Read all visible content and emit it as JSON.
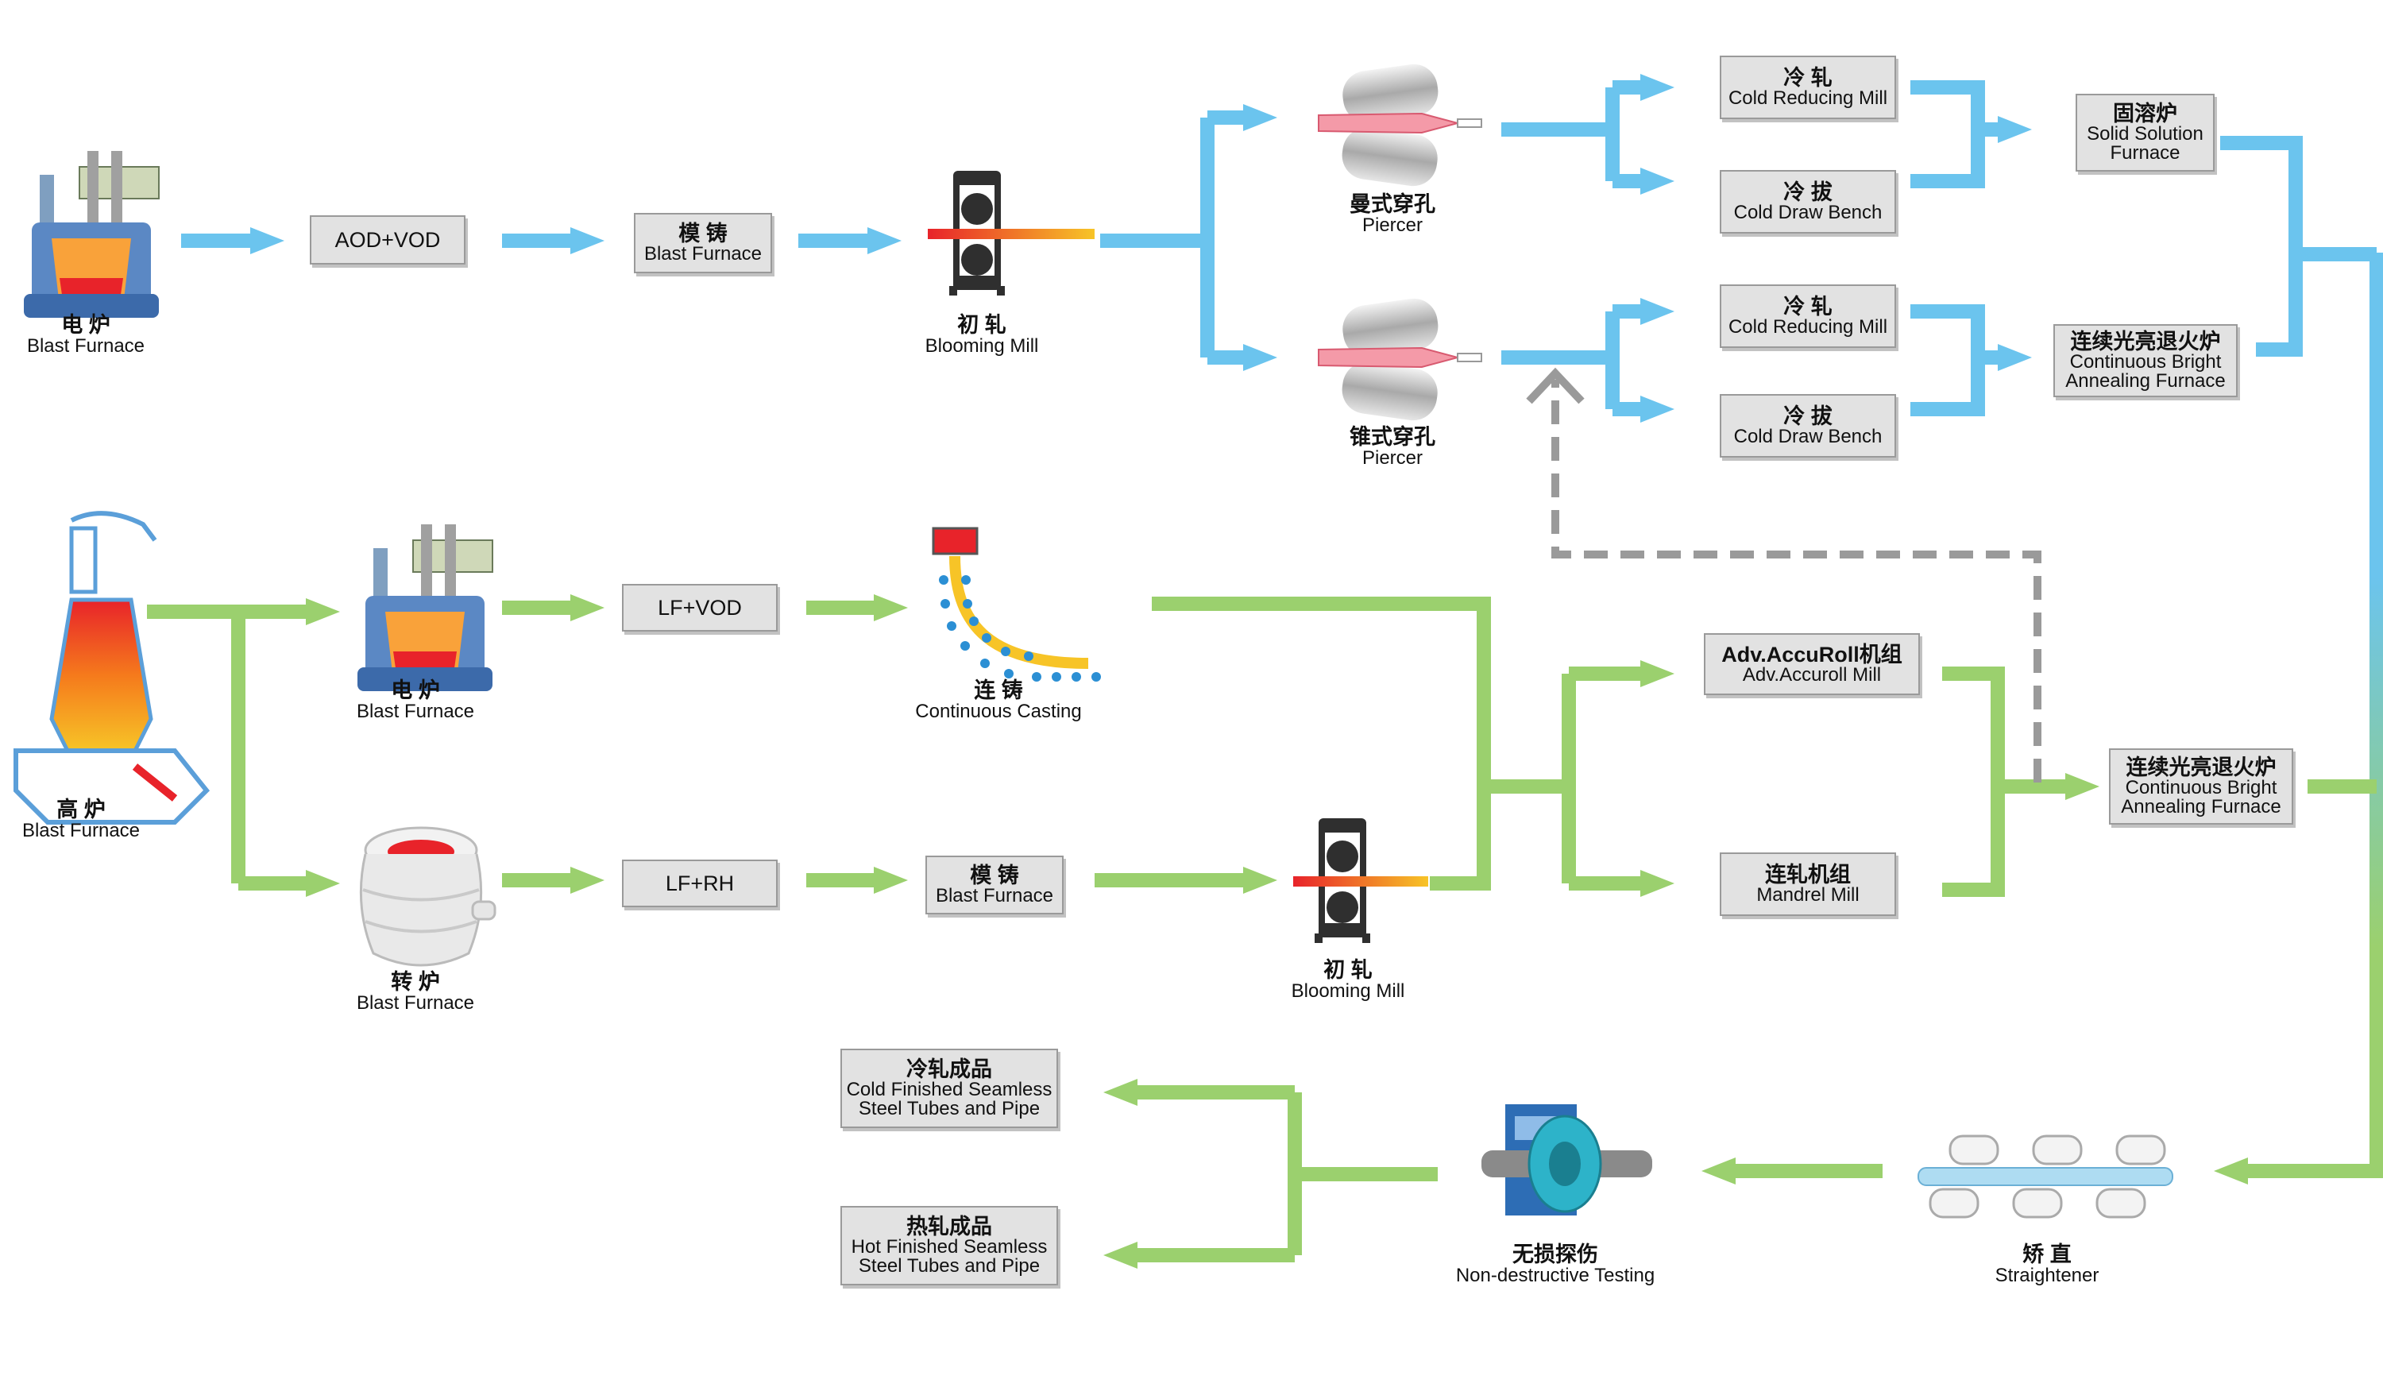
{
  "colors": {
    "blue_flow": "#6bc4ee",
    "green_flow": "#9bd06e",
    "dashed_return": "#9a9a9a",
    "box_fill": "#e2e2e2"
  },
  "nodes": {
    "elec_furnace_top": {
      "zh": "电 炉",
      "en": "Blast Furnace",
      "icon": "electric-furnace-icon"
    },
    "aod_vod": {
      "text": "AOD+VOD"
    },
    "mold_cast_top": {
      "zh": "模 铸",
      "en": "Blast Furnace"
    },
    "blooming_top": {
      "zh": "初 轧",
      "en": "Blooming Mill",
      "icon": "blooming-mill-icon"
    },
    "piercer_mannesmann": {
      "zh": "曼式穿孔",
      "en": "Piercer",
      "icon": "piercer-icon"
    },
    "piercer_cone": {
      "zh": "锥式穿孔",
      "en": "Piercer",
      "icon": "piercer-icon"
    },
    "cold_reducing_1": {
      "zh": "冷 轧",
      "en": "Cold Reducing Mill"
    },
    "cold_draw_1": {
      "zh": "冷 拔",
      "en": "Cold Draw Bench"
    },
    "cold_reducing_2": {
      "zh": "冷 轧",
      "en": "Cold Reducing Mill"
    },
    "cold_draw_2": {
      "zh": "冷 拔",
      "en": "Cold Draw Bench"
    },
    "solid_solution": {
      "zh": "固溶炉",
      "en": "Solid Solution Furnace"
    },
    "bright_annealing_top": {
      "zh": "连续光亮退火炉",
      "en": "Continuous Bright Annealing Furnace"
    },
    "blast_furnace": {
      "zh": "高 炉",
      "en": "Blast Furnace",
      "icon": "blast-furnace-icon"
    },
    "elec_furnace_mid": {
      "zh": "电 炉",
      "en": "Blast Furnace",
      "icon": "electric-furnace-icon"
    },
    "lf_vod": {
      "text": "LF+VOD"
    },
    "continuous_casting": {
      "zh": "连 铸",
      "en": "Continuous Casting",
      "icon": "continuous-casting-icon"
    },
    "converter": {
      "zh": "转 炉",
      "en": "Blast Furnace",
      "icon": "converter-icon"
    },
    "lf_rh": {
      "text": "LF+RH"
    },
    "mold_cast_bottom": {
      "zh": "模 铸",
      "en": "Blast Furnace"
    },
    "blooming_bottom": {
      "zh": "初 轧",
      "en": "Blooming Mill",
      "icon": "blooming-mill-icon"
    },
    "accuroll": {
      "zh": "Adv.AccuRoll机组",
      "en": "Adv.Accuroll Mill"
    },
    "mandrel": {
      "zh": "连轧机组",
      "en": "Mandrel Mill"
    },
    "bright_annealing_mid": {
      "zh": "连续光亮退火炉",
      "en": "Continuous Bright Annealing Furnace"
    },
    "straightener": {
      "zh": "矫 直",
      "en": "Straightener",
      "icon": "straightener-icon"
    },
    "ndt": {
      "zh": "无损探伤",
      "en": "Non-destructive Testing",
      "icon": "ndt-scanner-icon"
    },
    "cold_finished": {
      "zh": "冷轧成品",
      "en": "Cold Finished Seamless Steel Tubes and Pipe"
    },
    "hot_finished": {
      "zh": "热轧成品",
      "en": "Hot Finished Seamless Steel Tubes and Pipe"
    }
  }
}
